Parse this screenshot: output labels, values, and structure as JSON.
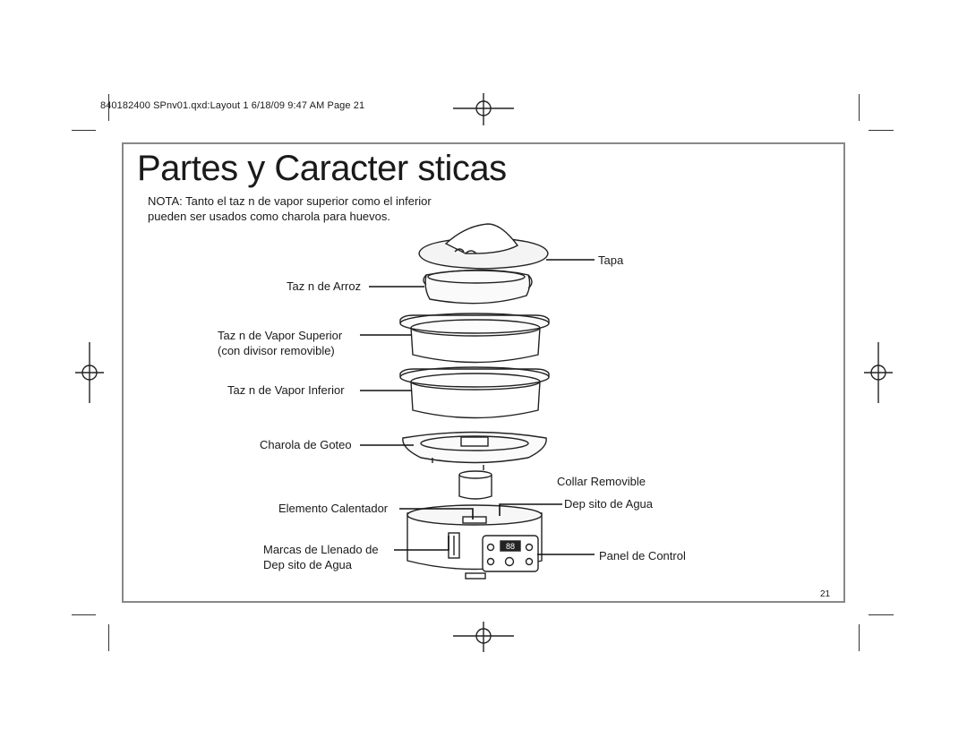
{
  "slug_line": "840182400 SPnv01.qxd:Layout 1  6/18/09  9:47 AM  Page 21",
  "title": "Partes y Caracter sticas",
  "note": {
    "line1": "NOTA:  Tanto el taz n de vapor superior como el inferior",
    "line2": "pueden ser usados como charola para huevos."
  },
  "labels": {
    "tapa": "Tapa",
    "rice_bowl": "Taz n de Arroz",
    "upper_steamer_1": "Taz n de Vapor Superior",
    "upper_steamer_2": "(con divisor removible)",
    "lower_steamer": "Taz n de Vapor Inferior",
    "drip_tray": "Charola de Goteo",
    "collar": "Collar Removible",
    "heating_element": "Elemento Calentador",
    "reservoir": "Dep sito de Agua",
    "fill_marks_1": "Marcas de Llenado de",
    "fill_marks_2": "Dep sito de Agua",
    "control_panel": "Panel de Control"
  },
  "display_digits": "88",
  "page_number": "21"
}
